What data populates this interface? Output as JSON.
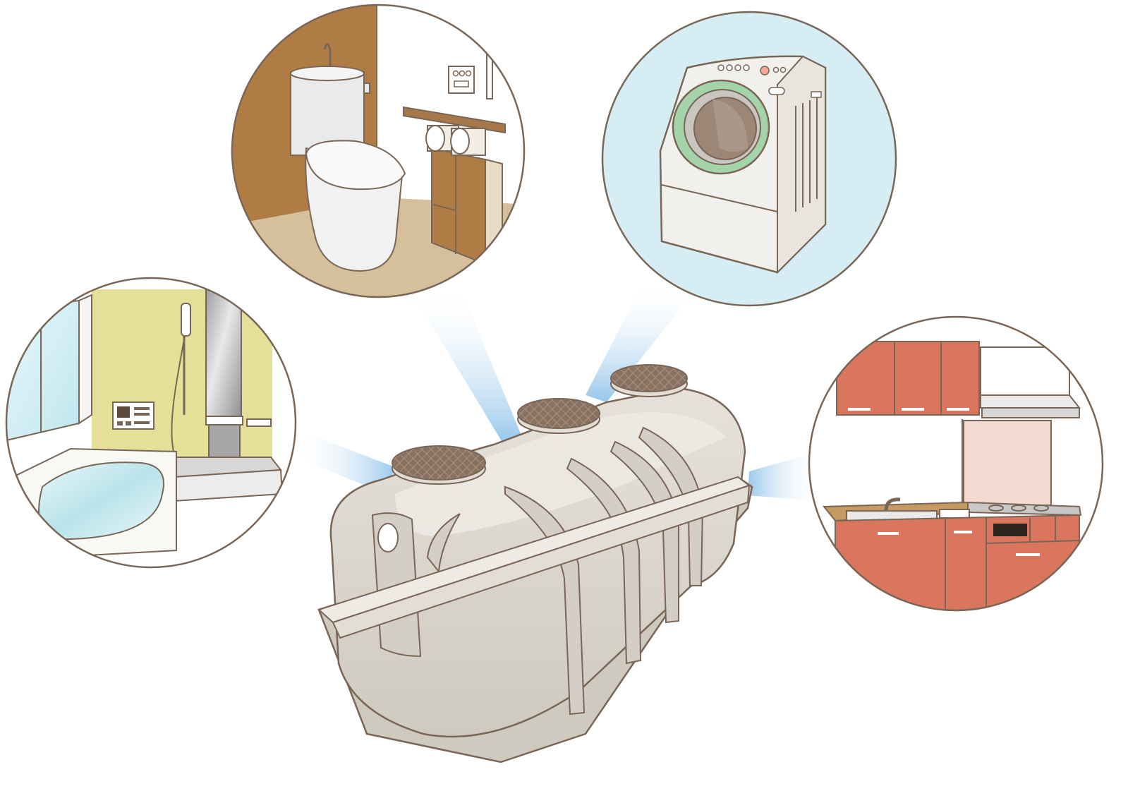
{
  "diagram": {
    "nodes": [
      {
        "id": "bathroom",
        "icon": "bathtub-icon"
      },
      {
        "id": "toilet",
        "icon": "toilet-icon"
      },
      {
        "id": "laundry",
        "icon": "washing-machine-icon"
      },
      {
        "id": "kitchen",
        "icon": "kitchen-icon"
      }
    ],
    "hub": {
      "id": "septic-tank",
      "icon": "septic-tank-icon"
    }
  },
  "colors": {
    "outline": "#7a6656",
    "flow_blue": "#8fc3ea",
    "laundry_bg": "#d6edf4",
    "bath_wall": "#e4e09a",
    "toilet_wall": "#b07c45",
    "kitchen_red": "#d9765d",
    "tank": "#dcd8d0",
    "manhole": "#8a7263"
  }
}
